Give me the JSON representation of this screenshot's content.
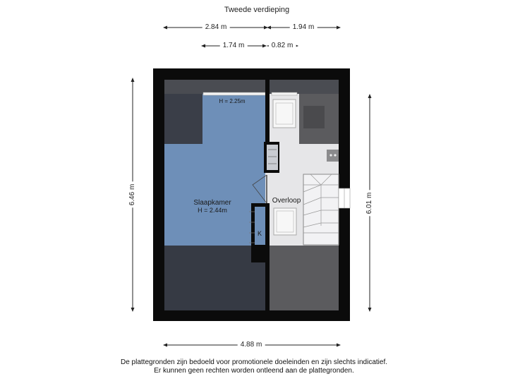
{
  "floor_title": "Tweede verdieping",
  "dimensions": {
    "top_left": "2.84 m",
    "top_right": "1.94 m",
    "second_left": "1.74 m",
    "second_right": "0.82 m",
    "left_height": "6.46 m",
    "right_height": "6.01 m",
    "bottom_width": "4.88 m"
  },
  "rooms": {
    "bedroom_name": "Slaapkamer",
    "bedroom_height": "H = 2.44m",
    "dormer_height": "H = 2.25m",
    "landing_name": "Overloop",
    "closet_label": "K"
  },
  "disclaimer": {
    "line1": "De plattegronden zijn bedoeld voor promotionele doeleinden en zijn slechts indicatief.",
    "line2": "Er kunnen geen rechten worden ontleend aan de plattegronden."
  },
  "colors": {
    "wall": "#0b0b0b",
    "bedroom": "#6e8fb8",
    "slope_dark": "#3a3e48",
    "landing": "#e6e6e8",
    "landing_slope": "#5b5b5e"
  }
}
